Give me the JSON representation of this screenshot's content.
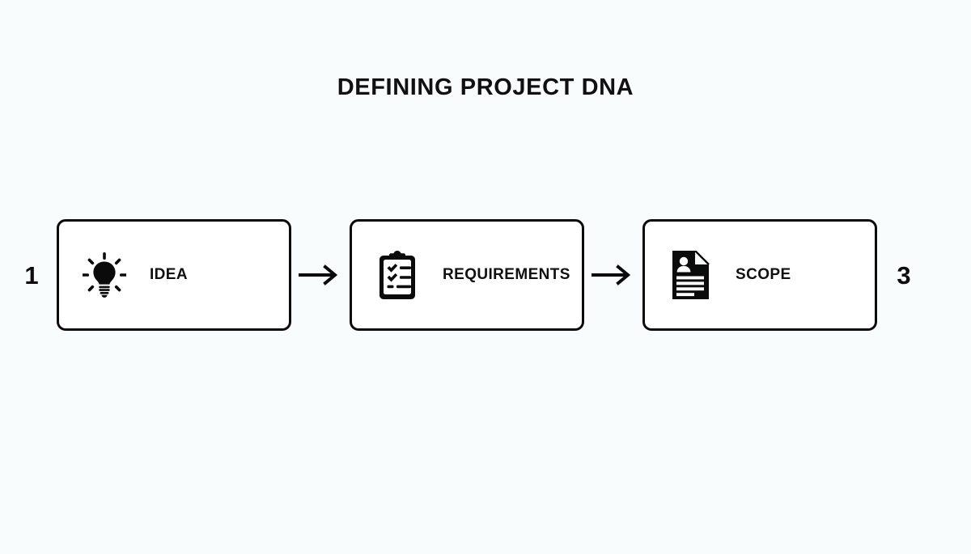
{
  "page": {
    "title": "DEFINING PROJECT DNA",
    "background_color": "#f8fcfd",
    "ink_color": "#0b0b0b"
  },
  "diagram": {
    "type": "process-flow",
    "orientation": "horizontal",
    "start_number": "1",
    "end_number": "3",
    "steps": [
      {
        "label": "IDEA",
        "icon": "lightbulb-icon",
        "index": "1"
      },
      {
        "label": "REQUIREMENTS",
        "icon": "clipboard-checklist-icon",
        "index": "2"
      },
      {
        "label": "SCOPE",
        "icon": "document-person-icon",
        "index": "3"
      }
    ],
    "connectors": [
      {
        "icon": "arrow-right-icon"
      },
      {
        "icon": "arrow-right-icon"
      }
    ]
  }
}
